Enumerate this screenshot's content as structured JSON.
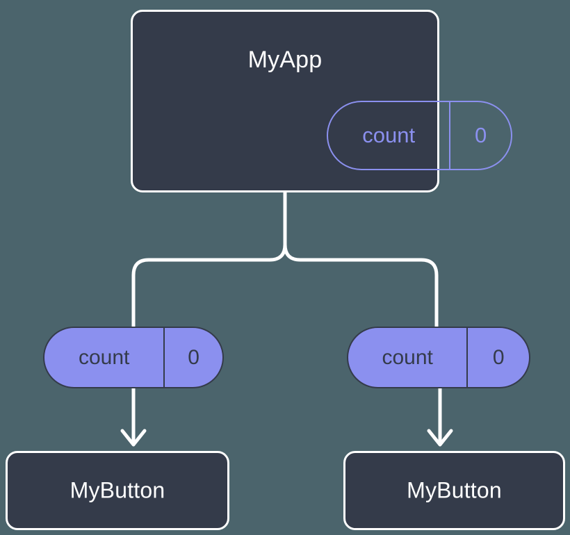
{
  "diagram": {
    "type": "component-state-tree",
    "title": "MyApp state propagation to MyButton children",
    "background_color": "#4b646c",
    "node_fill_color": "#343b4a",
    "node_border_color": "#ffffff",
    "accent_color": "#8b90ef",
    "connector_color": "#ffffff"
  },
  "root": {
    "name": "MyApp",
    "state": {
      "label": "count",
      "value": "0"
    }
  },
  "branches": [
    {
      "prop": {
        "label": "count",
        "value": "0"
      },
      "child": {
        "name": "MyButton"
      }
    },
    {
      "prop": {
        "label": "count",
        "value": "0"
      },
      "child": {
        "name": "MyButton"
      }
    }
  ],
  "connectors": {
    "fork_icon": "tree-fork-line",
    "arrow_icon": "arrow-down-icon"
  }
}
